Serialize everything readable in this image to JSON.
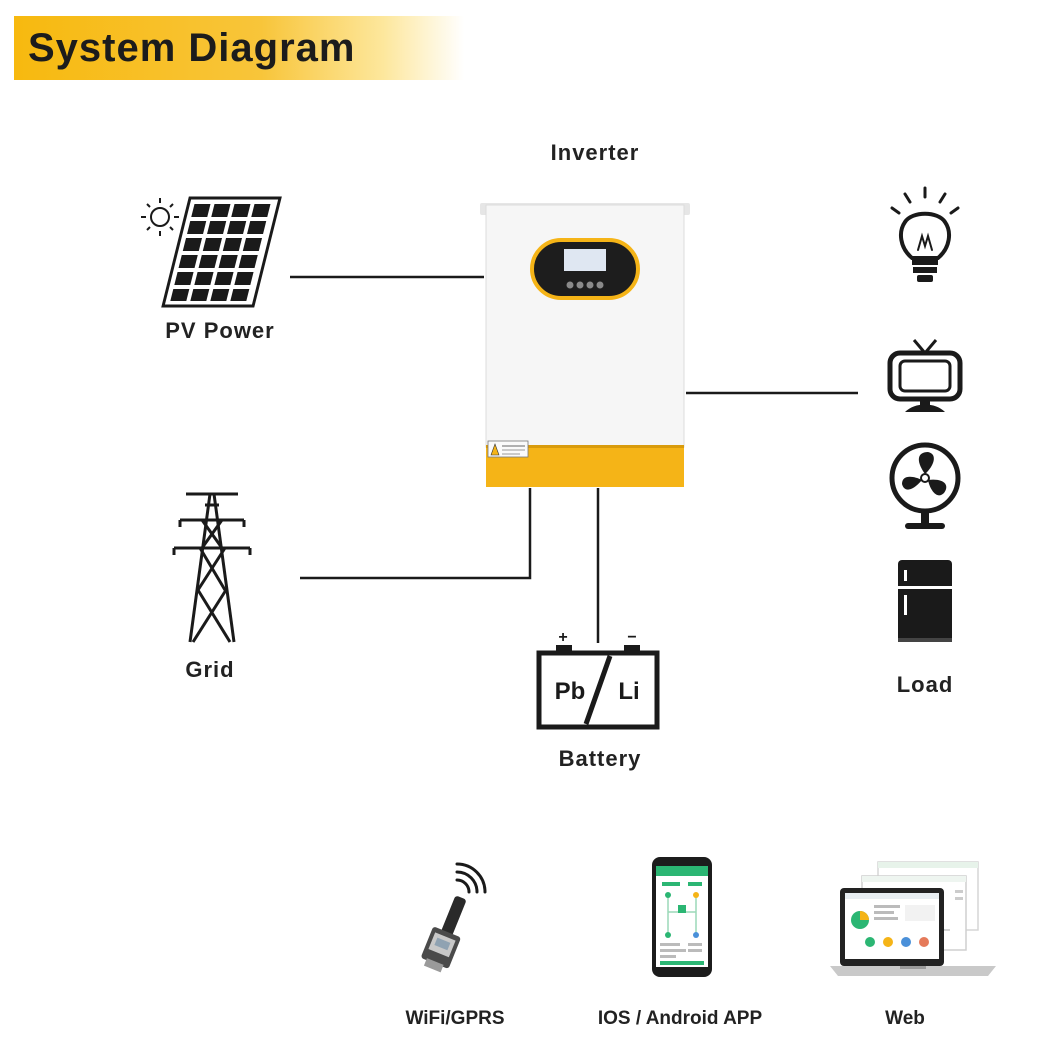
{
  "title": "System Diagram",
  "labels": {
    "inverter": "Inverter",
    "pv_power": "PV Power",
    "grid": "Grid",
    "battery": "Battery",
    "load": "Load",
    "wifi": "WiFi/GPRS",
    "app": "IOS / Android APP",
    "web": "Web"
  },
  "battery": {
    "pb": "Pb",
    "li": "Li",
    "plus": "+",
    "minus": "−"
  },
  "colors": {
    "accent": "#f7b90f",
    "inverter_body": "#f4f4f4",
    "inverter_base": "#f5b417",
    "line": "#1a1a1a",
    "app_green": "#2bb673"
  }
}
